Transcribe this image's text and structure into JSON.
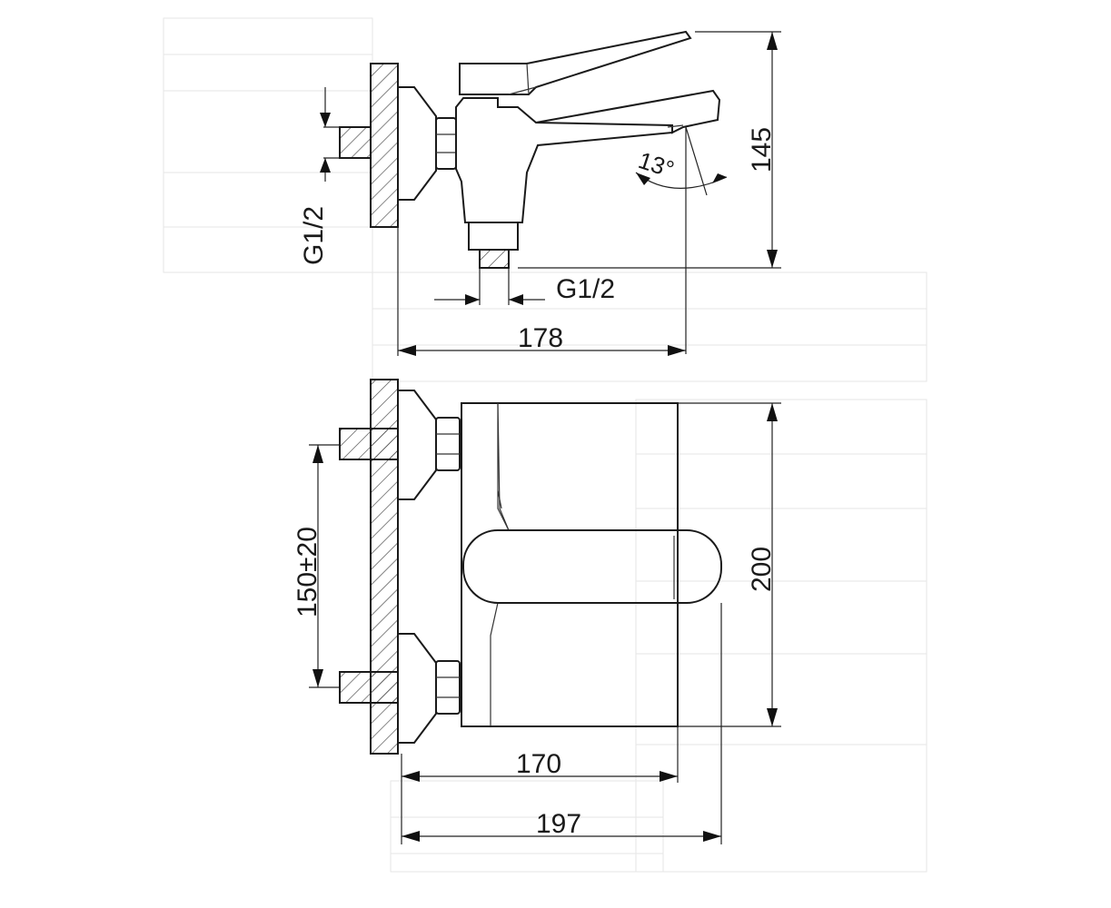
{
  "drawing": {
    "top_view": {
      "thread_vertical": "G1/2",
      "thread_horizontal": "G1/2",
      "height": "145",
      "depth": "178",
      "spout_angle": "13°"
    },
    "front_view": {
      "center_distance": "150±20",
      "height": "200",
      "body_width": "170",
      "total_width": "197"
    }
  },
  "colors": {
    "line": "#1a1a1a",
    "background": "#ffffff"
  }
}
